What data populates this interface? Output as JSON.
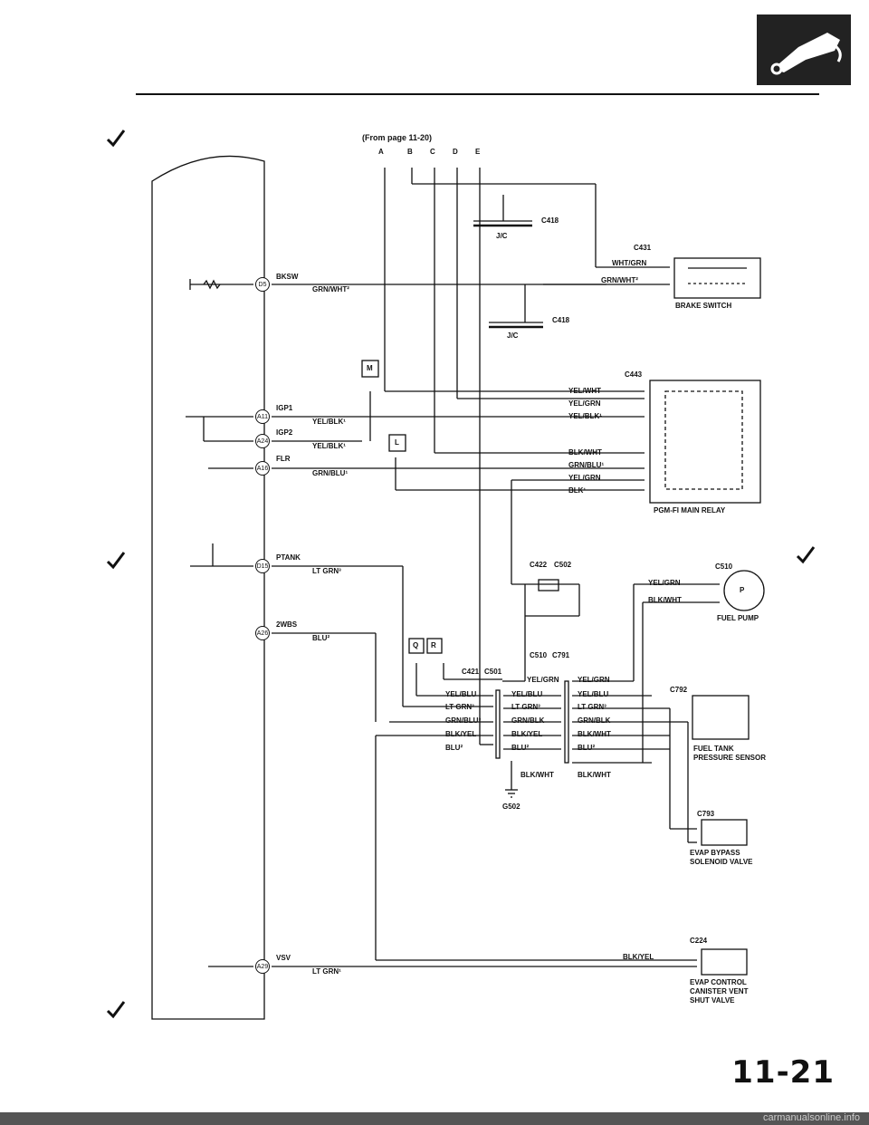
{
  "header": {
    "from_page": "(From page 11-20)"
  },
  "top_terminals": [
    "A",
    "B",
    "C",
    "D",
    "E"
  ],
  "ecm_pins": [
    {
      "id": "D5",
      "name": "BKSW",
      "wire": "GRN/WHT²"
    },
    {
      "id": "A11",
      "name": "IGP1",
      "wire": "YEL/BLK¹"
    },
    {
      "id": "A24",
      "name": "IGP2",
      "wire": "YEL/BLK¹"
    },
    {
      "id": "A16",
      "name": "FLR",
      "wire": "GRN/BLU¹"
    },
    {
      "id": "D15",
      "name": "PTANK",
      "wire": "LT GRN³"
    },
    {
      "id": "A26",
      "name": "2WBS",
      "wire": "BLU²"
    },
    {
      "id": "A29",
      "name": "VSV",
      "wire": "LT GRN¹"
    }
  ],
  "connectors": {
    "c418a": "C418",
    "jc_a": "J/C",
    "c418b": "C418",
    "jc_b": "J/C",
    "c431": "C431",
    "c443": "C443",
    "c422": "C422",
    "c502": "C502",
    "c510_top": "C510",
    "c510": "C510",
    "c791": "C791",
    "c421": "C421",
    "c501": "C501",
    "c792": "C792",
    "c793": "C793",
    "c224": "C224",
    "g502": "G502"
  },
  "brake_switch": {
    "wires": [
      "WHT/GRN",
      "GRN/WHT²"
    ],
    "label": "BRAKE SWITCH"
  },
  "main_relay": {
    "wires": [
      "YEL/WHT",
      "YEL/GRN",
      "YEL/BLK¹",
      "BLK/WHT",
      "GRN/BLU¹",
      "YEL/GRN",
      "BLK¹"
    ],
    "label": "PGM-FI MAIN RELAY"
  },
  "fuel_pump": {
    "wires": [
      "YEL/GRN",
      "BLK/WHT"
    ],
    "label": "FUEL PUMP",
    "symbol": "P"
  },
  "c421_col": [
    "YEL/BLU",
    "LT GRN³",
    "GRN/BLU³",
    "BLK/YEL",
    "BLU²"
  ],
  "c501_col": [
    "YEL/GRN",
    "YEL/BLU",
    "LT GRN³",
    "GRN/BLK",
    "BLK/YEL",
    "BLU²",
    "BLK/WHT"
  ],
  "c791_col": [
    "YEL/GRN",
    "YEL/BLU",
    "LT GRN³",
    "GRN/BLK",
    "BLK/WHT",
    "BLU²",
    "BLK/WHT"
  ],
  "sensor": {
    "label1": "FUEL TANK",
    "label2": "PRESSURE SENSOR"
  },
  "evap_bypass": {
    "label1": "EVAP BYPASS",
    "label2": "SOLENOID VALVE"
  },
  "evap_shut": {
    "wire": "BLK/YEL",
    "label1": "EVAP CONTROL",
    "label2": "CANISTER VENT",
    "label3": "SHUT VALVE"
  },
  "refs": {
    "m": "M",
    "l": "L",
    "q": "Q",
    "r": "R"
  },
  "page_number": "11-21",
  "watermark": "carmanualsonline.info"
}
